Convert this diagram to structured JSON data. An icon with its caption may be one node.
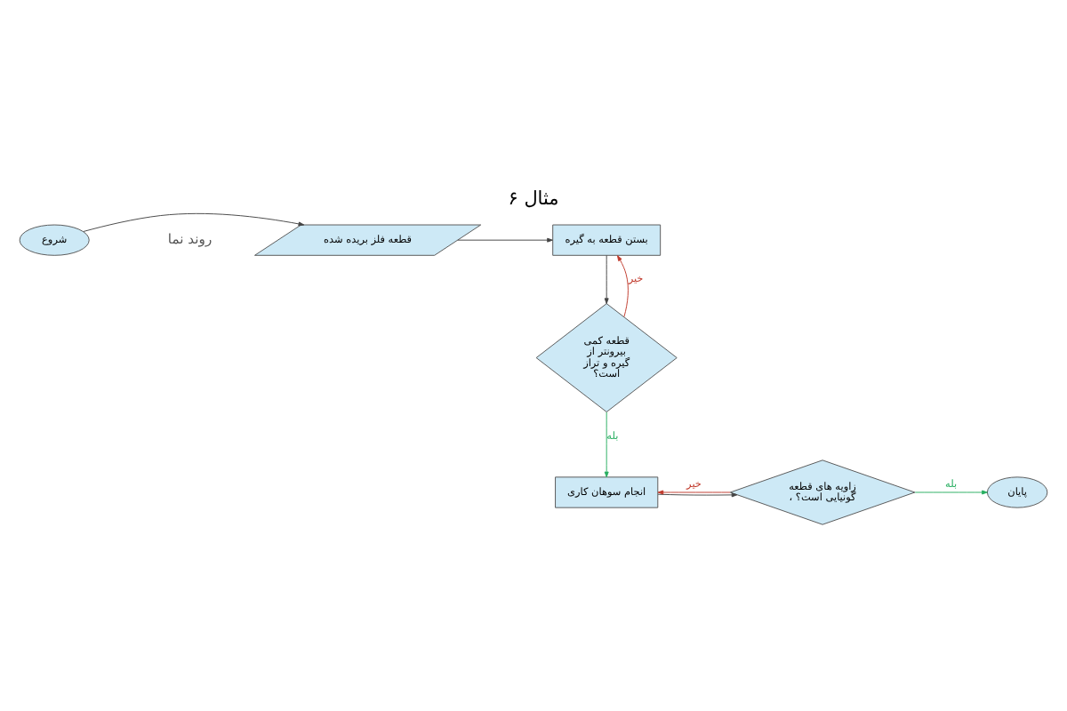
{
  "diagram": {
    "title": "مثال ۶",
    "nodes": [
      {
        "text": [
          "شروع"
        ]
      },
      {
        "text": [
          "قطعه فلز بریده شده"
        ]
      },
      {
        "text": [
          "بستن قطعه به گیره"
        ]
      },
      {
        "text": [
          "قطعه کمی بیرونتر از گیره و تراز است؟"
        ]
      },
      {
        "text": [
          "انجام سوهان کاری"
        ]
      },
      {
        "text": [
          "زاویه های قطعه ، گونیایی است؟"
        ]
      },
      {
        "text": [
          "پایان"
        ]
      }
    ],
    "edges": [
      {
        "from": 0,
        "to": 1,
        "arrow": "to"
      },
      {
        "from": 1,
        "to": 2,
        "arrow": "to"
      },
      {
        "from": 2,
        "to": 3,
        "arrow": "to"
      },
      {
        "from": 3,
        "to": 2,
        "arrow": "to",
        "label": "خیر",
        "color": "#c0392b"
      },
      {
        "from": 3,
        "to": 4,
        "arrow": "to",
        "label": "بله",
        "color": "#27ae60"
      },
      {
        "from": 4,
        "to": 5,
        "arrow": "to"
      },
      {
        "from": 5,
        "to": 4,
        "arrow": "to",
        "label": "خیر",
        "color": "#c0392b"
      },
      {
        "from": 5,
        "to": 6,
        "arrow": "to",
        "label": "بله",
        "color": "#27ae60"
      }
    ],
    "labels": [
      "روند نما"
    ]
  }
}
